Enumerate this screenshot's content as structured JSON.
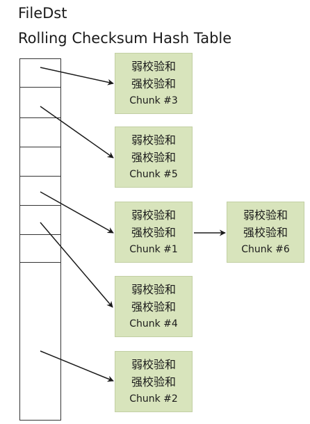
{
  "file_title": "FileDst",
  "table_title": "Rolling Checksum Hash Table",
  "weak_checksum_label": "弱校验和",
  "strong_checksum_label": "强校验和",
  "chunks": [
    {
      "id": "Chunk #3"
    },
    {
      "id": "Chunk #5"
    },
    {
      "id": "Chunk #1"
    },
    {
      "id": "Chunk #6"
    },
    {
      "id": "Chunk #4"
    },
    {
      "id": "Chunk #2"
    }
  ]
}
